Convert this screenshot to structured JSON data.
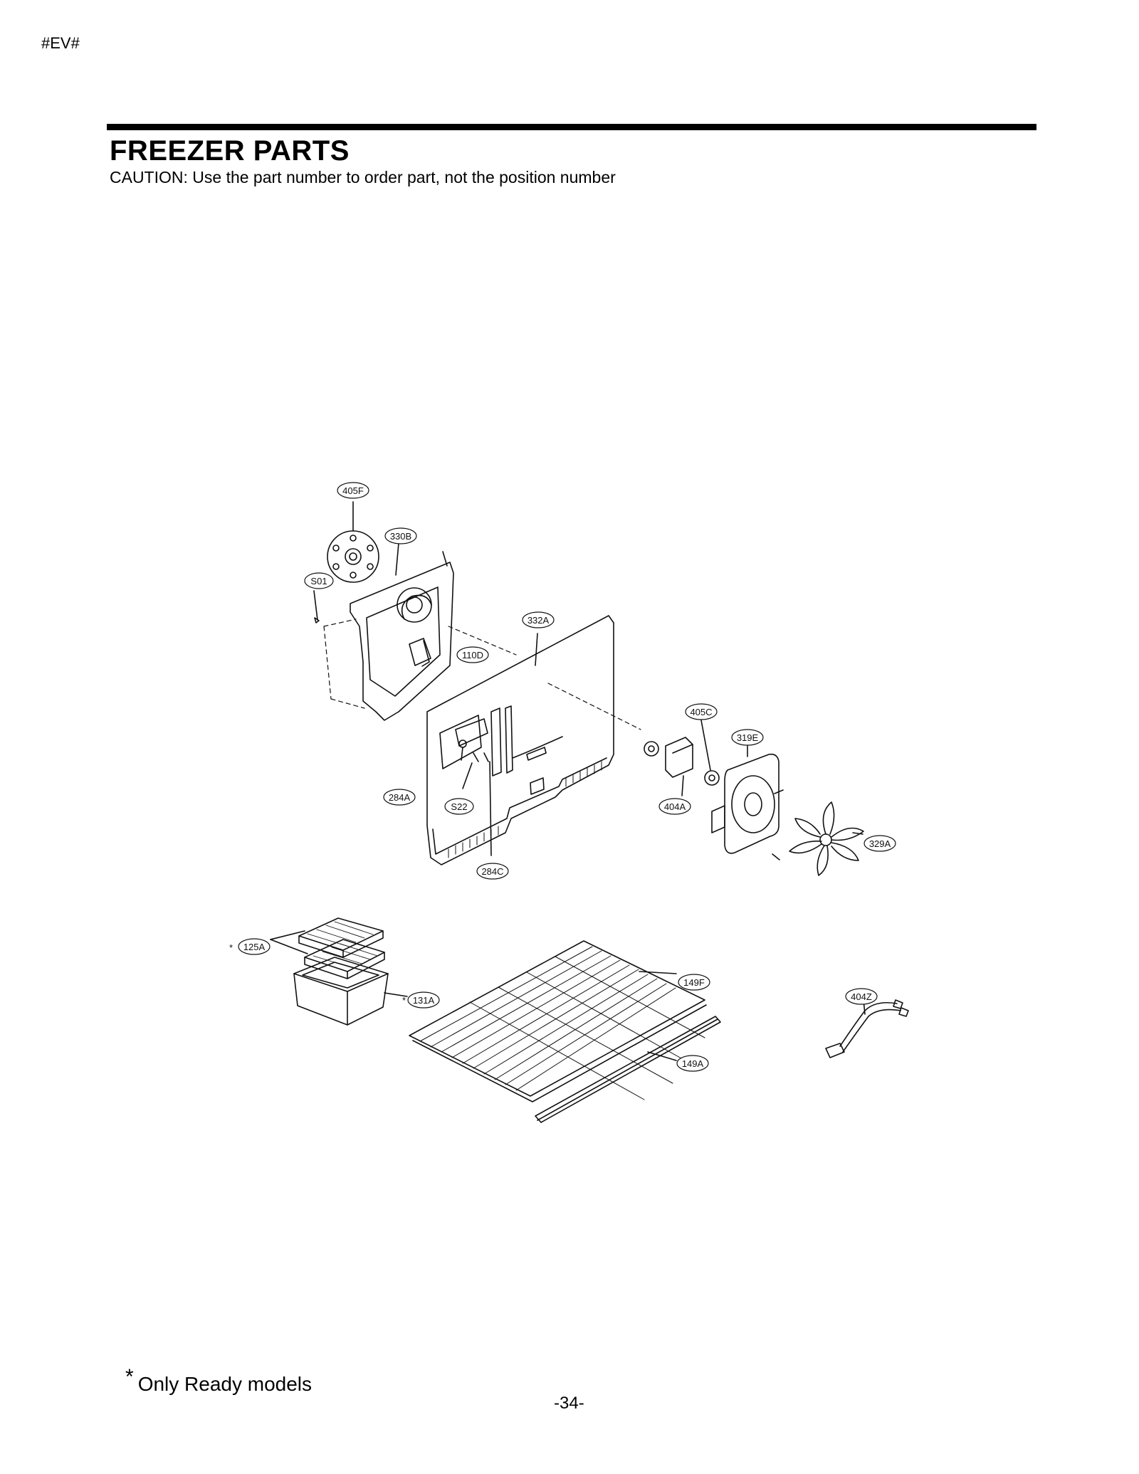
{
  "page": {
    "code": "#EV#",
    "title": "FREEZER PARTS",
    "caution": "CAUTION: Use the part number to order part, not the position number",
    "footnote_marker": "*",
    "footnote": "Only Ready models",
    "page_number": "-34-"
  },
  "parts": [
    {
      "id": "405F"
    },
    {
      "id": "330B"
    },
    {
      "id": "S01"
    },
    {
      "id": "332A"
    },
    {
      "id": "110D"
    },
    {
      "id": "405C"
    },
    {
      "id": "319E"
    },
    {
      "id": "284A"
    },
    {
      "id": "S22"
    },
    {
      "id": "404A"
    },
    {
      "id": "329A"
    },
    {
      "id": "284C"
    },
    {
      "id": "125A",
      "marker": "*"
    },
    {
      "id": "131A",
      "marker": "*"
    },
    {
      "id": "149F"
    },
    {
      "id": "404Z"
    },
    {
      "id": "149A"
    }
  ]
}
